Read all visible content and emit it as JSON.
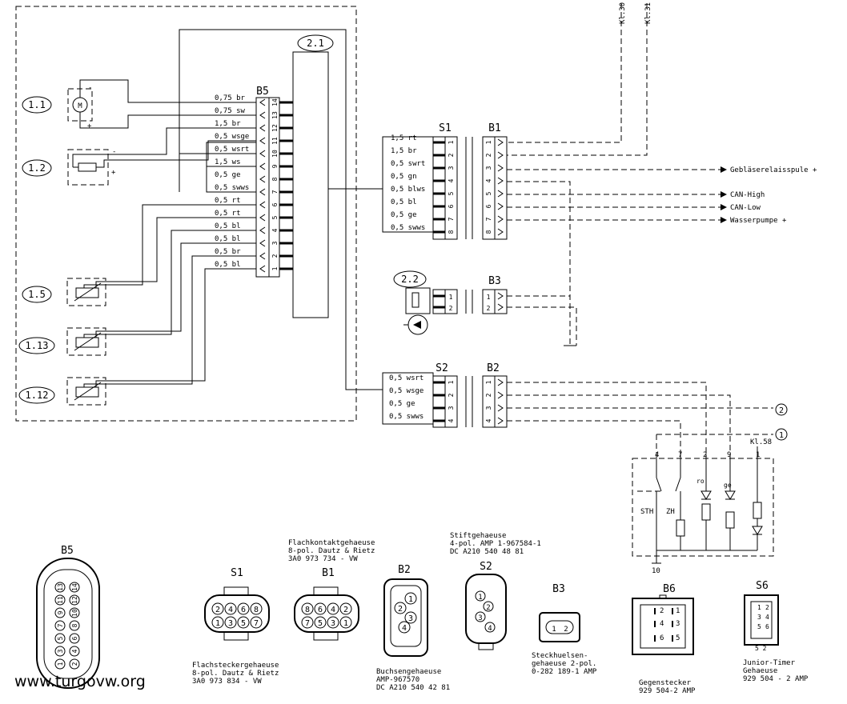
{
  "refs": [
    "2.1",
    "1.1",
    "1.2",
    "1.5",
    "1.13",
    "1.12",
    "2.2"
  ],
  "connectors": {
    "B5": "B5",
    "S1": "S1",
    "B1": "B1",
    "B3": "B3",
    "S2": "S2",
    "B2": "B2",
    "B6": "B6",
    "S6": "S6"
  },
  "terminals": {
    "kl30": "Kl.30",
    "kl31": "Kl.31",
    "kl58": "Kl.58"
  },
  "b5_wires": [
    {
      "pin": "14",
      "wire": "0,75 br"
    },
    {
      "pin": "13",
      "wire": "0,75 sw"
    },
    {
      "pin": "12",
      "wire": "1,5 br"
    },
    {
      "pin": "11",
      "wire": "0,5 wsge"
    },
    {
      "pin": "10",
      "wire": "0,5 wsrt"
    },
    {
      "pin": "9",
      "wire": "1,5 ws"
    },
    {
      "pin": "8",
      "wire": "0,5 ge"
    },
    {
      "pin": "7",
      "wire": "0,5 swws"
    },
    {
      "pin": "6",
      "wire": "0,5 rt"
    },
    {
      "pin": "5",
      "wire": "0,5 rt"
    },
    {
      "pin": "4",
      "wire": "0,5 bl"
    },
    {
      "pin": "3",
      "wire": "0,5 bl"
    },
    {
      "pin": "2",
      "wire": "0,5 br"
    },
    {
      "pin": "1",
      "wire": "0,5 bl"
    }
  ],
  "s1_wires": [
    "1,5 rt",
    "1,5 br",
    "0,5 swrt",
    "0,5 gn",
    "0,5 blws",
    "0,5 bl",
    "0,5 ge",
    "0,5 swws"
  ],
  "s2_wires": [
    "0,5 wsrt",
    "0,5 wsge",
    "0,5 ge",
    "0,5 swws"
  ],
  "outputs": [
    "Gebläserelaisspule +",
    "CAN-High",
    "CAN-Low",
    "Wasserpumpe +"
  ],
  "timer": {
    "pins": [
      "4",
      "7",
      "2",
      "9",
      "1",
      "10"
    ],
    "labels": [
      "STH",
      "ZH",
      "ro",
      "ge"
    ],
    "markers": [
      "2",
      "1"
    ]
  },
  "captions": {
    "b5": [
      "Flachsteckergehaeuse",
      "8-pol. Dautz & Rietz",
      "3A0 973 834 - VW"
    ],
    "b1": [
      "Flachkontaktgehaeuse",
      "8-pol. Dautz & Rietz",
      "3A0 973 734 - VW"
    ],
    "b2": [
      "Buchsengehaeuse",
      "AMP-967570",
      "DC A210 540 42 81"
    ],
    "s2": [
      "Stiftgehaeuse",
      "4-pol. AMP 1-967584-1",
      "DC A210 540 48 81"
    ],
    "b3": [
      "Steckhuelsen-",
      "gehaeuse 2-pol.",
      "0-282 189-1  AMP"
    ],
    "b6": [
      "Gegenstecker",
      "929 504-2 AMP"
    ],
    "s6": [
      "Junior-Timer",
      "Gehaeuse",
      "929 504 - 2  AMP"
    ]
  },
  "watermark": "www.turgovw.org"
}
